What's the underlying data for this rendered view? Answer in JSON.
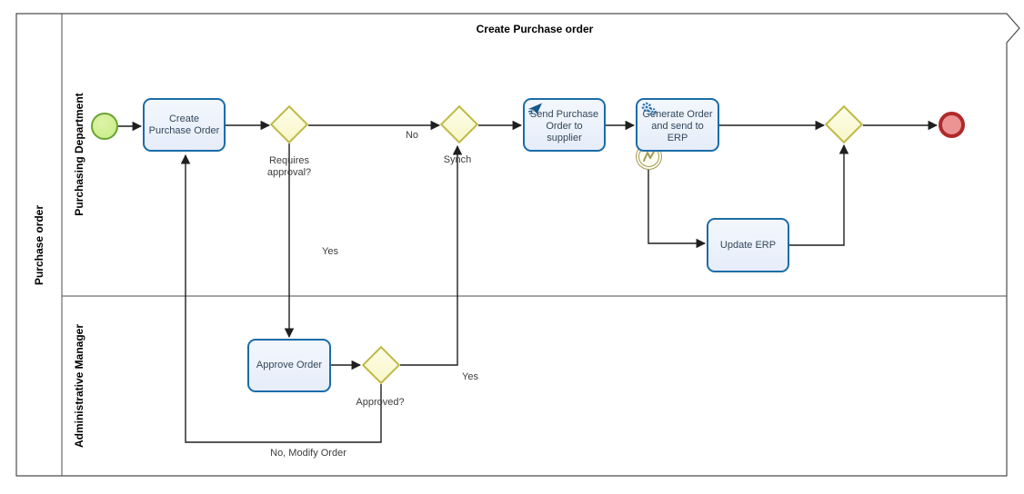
{
  "diagram": {
    "title": "Create Purchase order",
    "pool": {
      "label": "Purchase order"
    },
    "lanes": [
      {
        "label": "Purchasing Department"
      },
      {
        "label": "Administrative Manager"
      }
    ]
  },
  "nodes": {
    "start_event": {
      "type": "start-event"
    },
    "create_purchase_order": {
      "label": "Create Purchase Order"
    },
    "requires_approval_gw": {
      "label": "Requires approval?"
    },
    "synch_gw": {
      "label": "Synch"
    },
    "send_purchase_order": {
      "label": "Send Purchase Order to supplier"
    },
    "generate_order": {
      "label": "Generate Order and send to ERP"
    },
    "error_boundary_event": {
      "type": "boundary-event"
    },
    "update_erp": {
      "label": "Update ERP"
    },
    "approve_order": {
      "label": "Approve Order"
    },
    "approved_gw": {
      "label": "Approved?"
    },
    "merge_gw": {
      "label": ""
    },
    "end_event": {
      "type": "end-event"
    }
  },
  "flow_labels": {
    "no": "No",
    "yes_to_approve": "Yes",
    "yes_to_synch": "Yes",
    "no_modify_order": "No, Modify Order"
  },
  "colors": {
    "task_border": "#1B6CA8",
    "task_fill": "#E9EFFA",
    "gateway_border": "#BFBA45",
    "gateway_fill": "#FBFAD2",
    "start_border": "#69A331",
    "start_fill": "#CCEE8E",
    "end_border": "#B02B2B",
    "end_fill": "#EC9394",
    "boundary_ring": "#A39B53",
    "connector": "#1F1F1F",
    "frame": "#4D4D4D"
  }
}
